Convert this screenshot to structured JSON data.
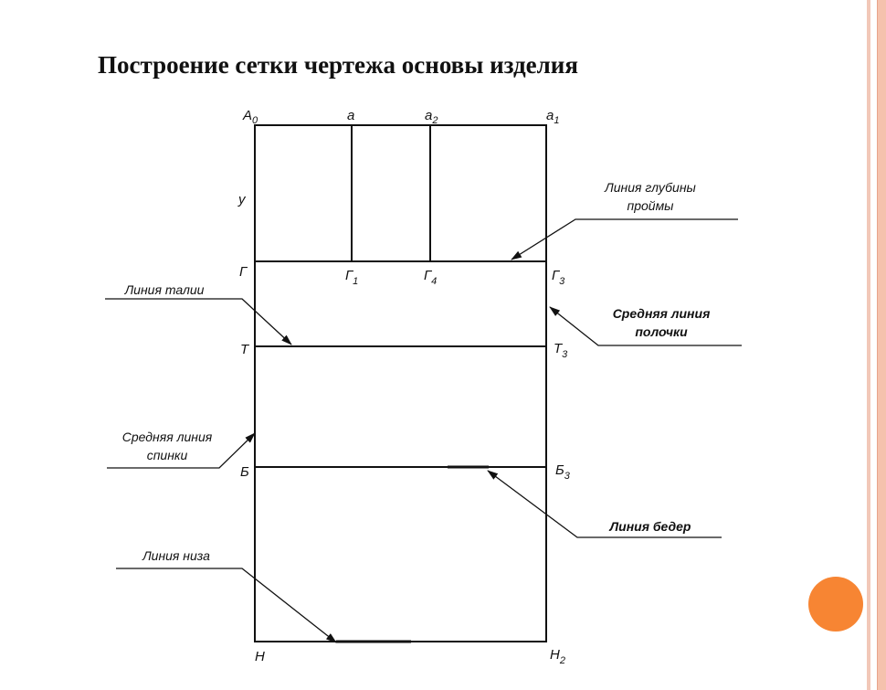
{
  "title": "Построение сетки чертежа основы изделия",
  "points": {
    "A0": {
      "base": "A",
      "sub": "0"
    },
    "a": {
      "base": "a",
      "sub": ""
    },
    "a2": {
      "base": "a",
      "sub": "2"
    },
    "a1": {
      "base": "a",
      "sub": "1"
    },
    "y": {
      "base": "у",
      "sub": ""
    },
    "G": {
      "base": "Г",
      "sub": ""
    },
    "G1": {
      "base": "Г",
      "sub": "1"
    },
    "G4": {
      "base": "Г",
      "sub": "4"
    },
    "G3": {
      "base": "Г",
      "sub": "3"
    },
    "T": {
      "base": "Т",
      "sub": ""
    },
    "T3": {
      "base": "Т",
      "sub": "3"
    },
    "B": {
      "base": "Б",
      "sub": ""
    },
    "B3": {
      "base": "Б",
      "sub": "3"
    },
    "N": {
      "base": "Н",
      "sub": ""
    },
    "N2": {
      "base": "Н",
      "sub": "2"
    }
  },
  "callouts": {
    "armhole": [
      "Линия глубины",
      "проймы"
    ],
    "waist": [
      "Линия талии"
    ],
    "front_mid": [
      "Средняя линия",
      "полочки"
    ],
    "back_mid": [
      "Средняя линия",
      "спинки"
    ],
    "hips": [
      "Линия бедер"
    ],
    "hem": [
      "Линия низа"
    ]
  },
  "colors": {
    "accent": "#f78533",
    "border": "#f5c2ad"
  }
}
